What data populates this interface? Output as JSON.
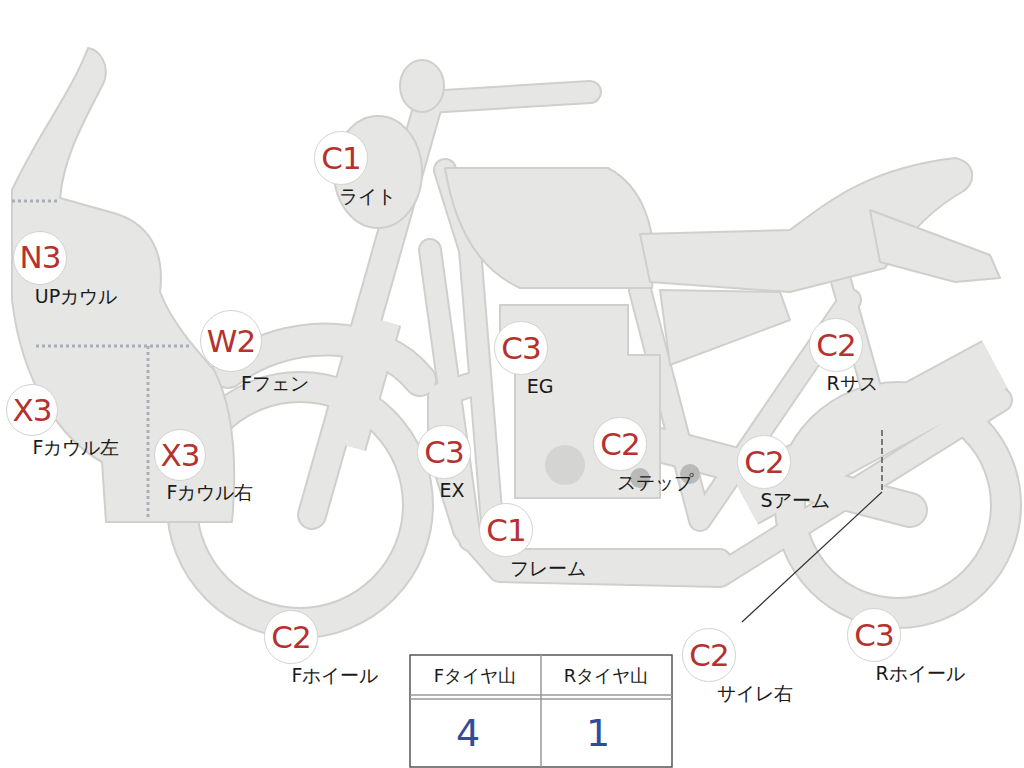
{
  "diagram": {
    "nodes": [
      {
        "text": [
          "C1",
          "ライト"
        ]
      },
      {
        "text": [
          "N3",
          "UPカウル"
        ]
      },
      {
        "text": [
          "W2",
          "Fフェン"
        ]
      },
      {
        "text": [
          "C3",
          "EG"
        ]
      },
      {
        "text": [
          "C2",
          "Rサス"
        ]
      },
      {
        "text": [
          "X3",
          "Fカウル左"
        ]
      },
      {
        "text": [
          "X3",
          "Fカウル右"
        ]
      },
      {
        "text": [
          "C3",
          "EX"
        ]
      },
      {
        "text": [
          "C2",
          "ステップ"
        ]
      },
      {
        "text": [
          "C2",
          "Sアーム"
        ]
      },
      {
        "text": [
          "C1",
          "フレーム"
        ]
      },
      {
        "text": [
          "C2",
          "Fホイール"
        ]
      },
      {
        "text": [
          "C2",
          "サイレ右"
        ]
      },
      {
        "text": [
          "C3",
          "Rホイール"
        ]
      }
    ],
    "labels": [
      "Fタイヤ山",
      "Rタイヤ山",
      "4",
      "1"
    ]
  }
}
